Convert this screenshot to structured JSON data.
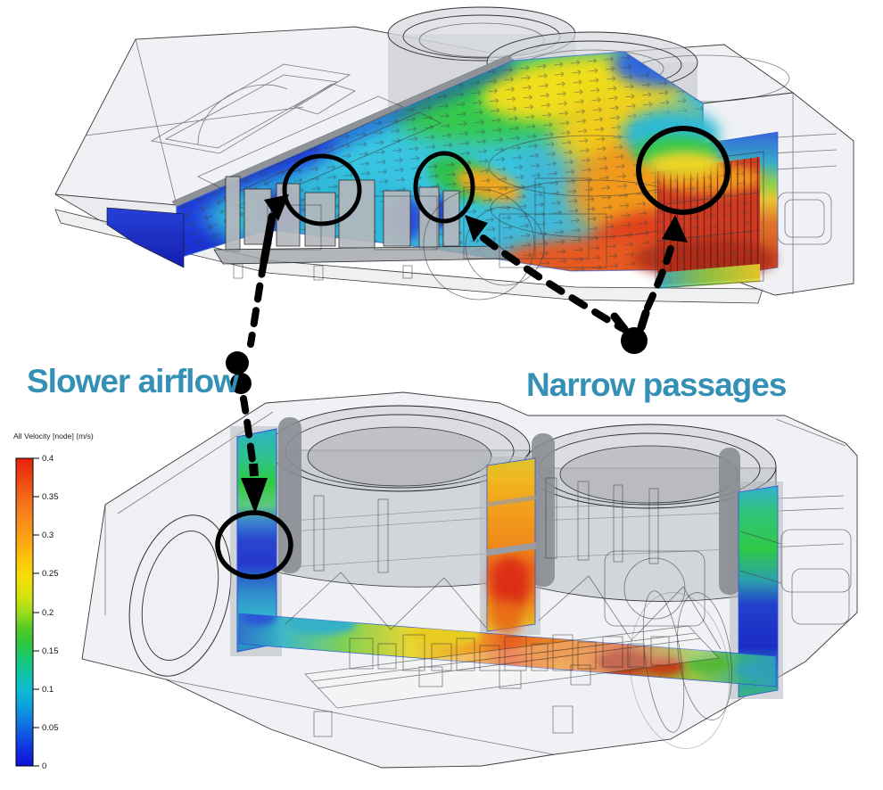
{
  "legend": {
    "title": "All Velocity [node] (m/s)",
    "unit": "m/s",
    "min": "0",
    "max": "0.4",
    "ticks": [
      "0.4",
      "0.35",
      "0.3",
      "0.25",
      "0.2",
      "0.15",
      "0.1",
      "0.05",
      "0"
    ],
    "colorbar_top_to_bottom": [
      "#e8200d",
      "#f3701c",
      "#fbab13",
      "#f5dd0a",
      "#9fdc1c",
      "#2ec63c",
      "#0fc4a6",
      "#0fa3dc",
      "#0f55e0",
      "#0f12d6"
    ]
  },
  "callouts": {
    "slower_airflow": {
      "label": "Slower airflow",
      "color": "#3590b5"
    },
    "narrow_passages": {
      "label": "Narrow passages",
      "color": "#3590b5"
    }
  },
  "annotations": {
    "color": "#000000",
    "top_view_highlight_circles": 3,
    "bottom_view_highlight_circles": 1
  },
  "icons": {
    "highlight-circle": "black ellipse outline",
    "callout-dot": "black filled circle",
    "arrowhead": "black filled triangle",
    "connector": "black dashed line"
  }
}
